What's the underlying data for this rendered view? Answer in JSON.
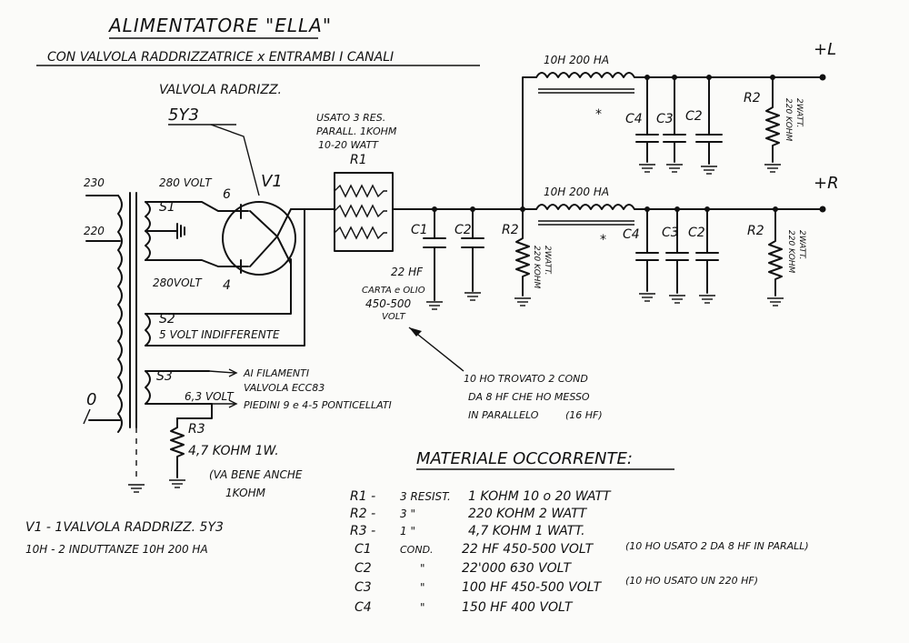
{
  "title": "ALIMENTATORE \"ELLA\"",
  "subtitle": "CON VALVOLA RADDRIZZATRICE x ENTRAMBI I CANALI",
  "tube": {
    "label": "VALVOLA RADRIZZ.",
    "type": "5Y3",
    "ref": "V1",
    "pin_top": "6",
    "pin_bottom": "4"
  },
  "transformer": {
    "tap_230": "230",
    "tap_220": "220",
    "tap_0": "0",
    "s1": "S1",
    "s1_voltage_top": "280 VOLT",
    "s1_voltage_bottom": "280VOLT",
    "s2": "S2",
    "s2_note": "5 VOLT INDIFFERENTE",
    "s3": "S3",
    "s3_voltage": "6,3 VOLT",
    "fil_1": "AI FILAMENTI",
    "fil_2": "VALVOLA ECC83",
    "fil_3": "PIEDINI 9 e 4-5 PONTICELLATI"
  },
  "r3": {
    "ref": "R3",
    "value": "4,7 KOHM 1W.",
    "alt_1": "(VA BENE ANCHE",
    "alt_2": "1KOHM"
  },
  "r1_note": {
    "line1": "USATO 3 RES.",
    "line2": "PARALL. 1KOHM",
    "line3": "10-20 WATT",
    "ref": "R1"
  },
  "first_filter": {
    "c1": "C1",
    "c2": "C2",
    "c1_value": "22 HF",
    "c1_type": "CARTA e OLIO",
    "c1_voltage_1": "450-500",
    "c1_voltage_2": "VOLT",
    "r2": "R2",
    "r2_value_1": "220 KOHM",
    "r2_value_2": "2WATT."
  },
  "annotation": {
    "line1": "10 HO TROVATO 2 COND",
    "line2": "DA 8 HF CHE HO MESSO",
    "line3": "IN PARALLELO",
    "line4": "(16 HF)"
  },
  "left_channel": {
    "inductor": "10H 200 HA",
    "output": "+L",
    "star": "*",
    "c4": "C4",
    "c3": "C3",
    "c2": "C2",
    "r2": "R2",
    "r2_value_1": "220 KOHM",
    "r2_value_2": "2WATT."
  },
  "right_channel": {
    "inductor": "10H 200 HA",
    "output": "+R",
    "star": "*",
    "c4": "C4",
    "c3": "C3",
    "c2": "C2",
    "r2": "R2",
    "r2_value_1": "220 KOHM",
    "r2_value_2": "2WATT."
  },
  "legend": {
    "v1": "V1 - 1VALVOLA RADDRIZZ. 5Y3",
    "l": "10H - 2 INDUTTANZE 10H 200 HA"
  },
  "materials": {
    "heading": "MATERIALE OCCORRENTE:",
    "rows": [
      {
        "ref": "R1 -",
        "qty": "3 RESIST.",
        "desc": "1 KOHM 10 o 20 WATT",
        "note": ""
      },
      {
        "ref": "R2 -",
        "qty": "3 \"",
        "desc": "220 KOHM 2 WATT",
        "note": ""
      },
      {
        "ref": "R3 -",
        "qty": "1 \"",
        "desc": "4,7 KOHM 1 WATT.",
        "note": ""
      },
      {
        "ref": "C1",
        "qty": "COND.",
        "desc": "22 HF 450-500 VOLT",
        "note": "(10 HO USATO 2 DA 8 HF IN PARALL)"
      },
      {
        "ref": "C2",
        "qty": "\"",
        "desc": "22'000 630 VOLT",
        "note": ""
      },
      {
        "ref": "C3",
        "qty": "\"",
        "desc": "100 HF 450-500 VOLT",
        "note": "(10 HO USATO UN 220 HF)"
      },
      {
        "ref": "C4",
        "qty": "\"",
        "desc": "150 HF 400 VOLT",
        "note": ""
      }
    ]
  }
}
